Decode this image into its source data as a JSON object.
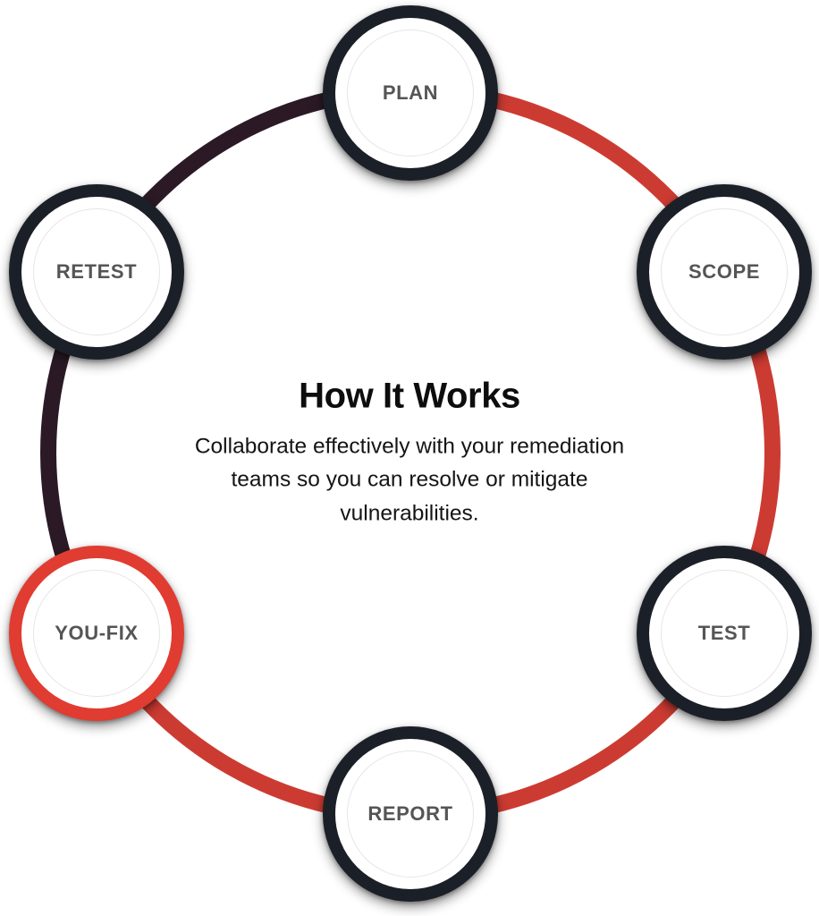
{
  "diagram": {
    "title": "How It Works",
    "type": "cycle-diagram",
    "center": {
      "heading": "How It Works",
      "body": "Collaborate effectively with your remediation teams so you can resolve or mitigate vulnerabilities."
    },
    "colors": {
      "accent_red": "#e03c31",
      "arc_red": "#cc3b32",
      "arc_dark": "#2b1a26",
      "ring_dark": "#1b2028",
      "label_text": "#555555",
      "heading_text": "#0d0d0d",
      "background": "#ffffff"
    },
    "nodes": [
      {
        "id": "plan",
        "label": "PLAN",
        "order": 1,
        "state": "default",
        "ring_color": "#1b2028"
      },
      {
        "id": "scope",
        "label": "SCOPE",
        "order": 2,
        "state": "default",
        "ring_color": "#1b2028"
      },
      {
        "id": "test",
        "label": "TEST",
        "order": 3,
        "state": "default",
        "ring_color": "#1b2028"
      },
      {
        "id": "report",
        "label": "REPORT",
        "order": 4,
        "state": "default",
        "ring_color": "#1b2028"
      },
      {
        "id": "youfix",
        "label": "YOU-FIX",
        "order": 5,
        "state": "highlighted",
        "ring_color": "#e03c31"
      },
      {
        "id": "retest",
        "label": "RETEST",
        "order": 6,
        "state": "default",
        "ring_color": "#1b2028"
      }
    ],
    "arcs": [
      {
        "from": "plan",
        "to": "scope",
        "color": "#cc3b32"
      },
      {
        "from": "scope",
        "to": "test",
        "color": "#cc3b32"
      },
      {
        "from": "test",
        "to": "report",
        "color": "#cc3b32"
      },
      {
        "from": "report",
        "to": "youfix",
        "color": "#cc3b32"
      },
      {
        "from": "youfix",
        "to": "retest",
        "color": "#2b1a26"
      },
      {
        "from": "retest",
        "to": "plan",
        "color": "#2b1a26"
      }
    ]
  }
}
